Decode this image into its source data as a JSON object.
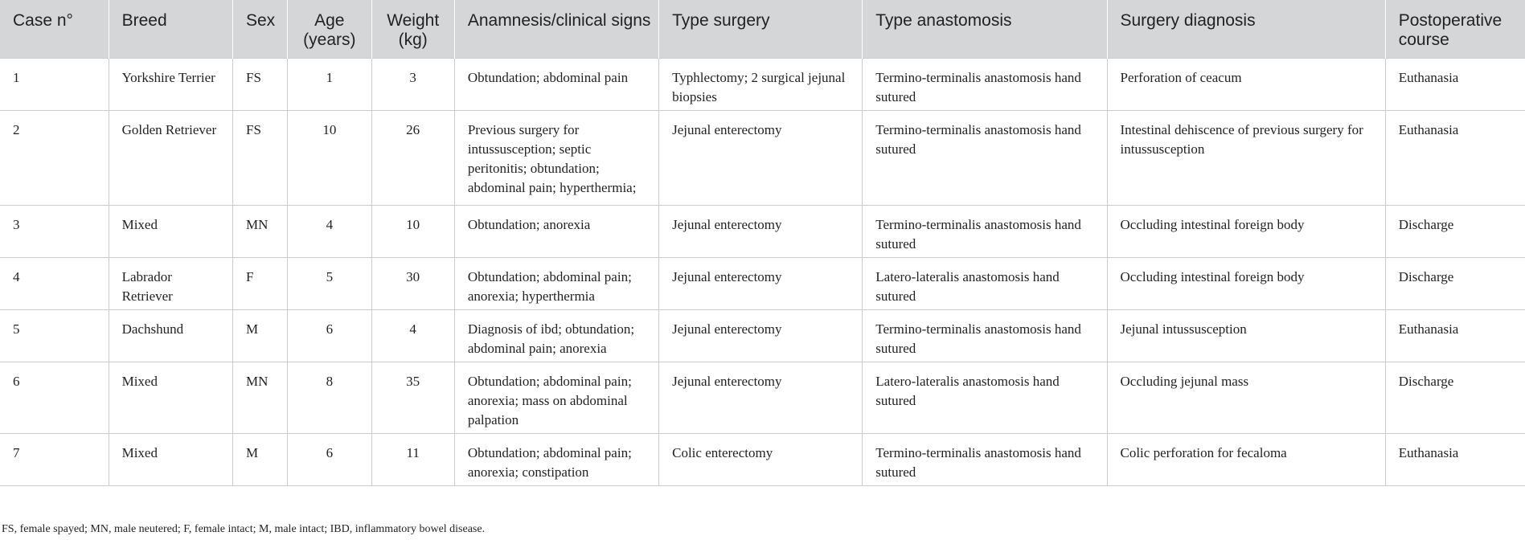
{
  "table": {
    "headers": [
      "Case n°",
      "Breed",
      "Sex",
      "Age (years)",
      "Weight (kg)",
      "Anamnesis/clinical signs",
      "Type surgery",
      "Type anastomosis",
      "Surgery diagnosis",
      "Postoperative course"
    ],
    "rows": [
      [
        "1",
        "Yorkshire Terrier",
        "FS",
        "1",
        "3",
        "Obtundation; abdominal pain",
        "Typhlectomy; 2 surgical jejunal biopsies",
        "Termino-terminalis anastomosis hand sutured",
        "Perforation of ceacum",
        "Euthanasia"
      ],
      [
        "2",
        "Golden Retriever",
        "FS",
        "10",
        "26",
        "Previous surgery for intussusception; septic peritonitis; obtundation; abdominal pain; hyperthermia;",
        "Jejunal enterectomy",
        "Termino-terminalis anastomosis hand sutured",
        "Intestinal dehiscence of previous surgery for intussusception",
        "Euthanasia"
      ],
      [
        "3",
        "Mixed",
        "MN",
        "4",
        "10",
        "Obtundation; anorexia",
        "Jejunal enterectomy",
        "Termino-terminalis anastomosis hand sutured",
        "Occluding intestinal foreign body",
        "Discharge"
      ],
      [
        "4",
        "Labrador Retriever",
        "F",
        "5",
        "30",
        "Obtundation; abdominal pain; anorexia; hyperthermia",
        "Jejunal enterectomy",
        "Latero-lateralis anastomosis hand sutured",
        "Occluding intestinal foreign body",
        "Discharge"
      ],
      [
        "5",
        "Dachshund",
        "M",
        "6",
        "4",
        "Diagnosis of ibd; obtundation; abdominal pain; anorexia",
        "Jejunal enterectomy",
        "Termino-terminalis anastomosis hand sutured",
        "Jejunal intussusception",
        "Euthanasia"
      ],
      [
        "6",
        "Mixed",
        "MN",
        "8",
        "35",
        "Obtundation; abdominal pain; anorexia; mass on abdominal palpation",
        "Jejunal enterectomy",
        "Latero-lateralis anastomosis hand sutured",
        "Occluding jejunal mass",
        "Discharge"
      ],
      [
        "7",
        "Mixed",
        "M",
        "6",
        "11",
        "Obtundation; abdominal pain; anorexia; constipation",
        "Colic enterectomy",
        "Termino-terminalis anastomosis hand sutured",
        "Colic perforation for fecaloma",
        "Euthanasia"
      ]
    ]
  },
  "footnote": "FS, female spayed; MN, male neutered; F, female intact; M, male intact; IBD, inflammatory bowel disease.",
  "colors": {
    "header_background": "#d4d6d8",
    "grid_line": "#c9cbcd",
    "text": "#222222"
  }
}
